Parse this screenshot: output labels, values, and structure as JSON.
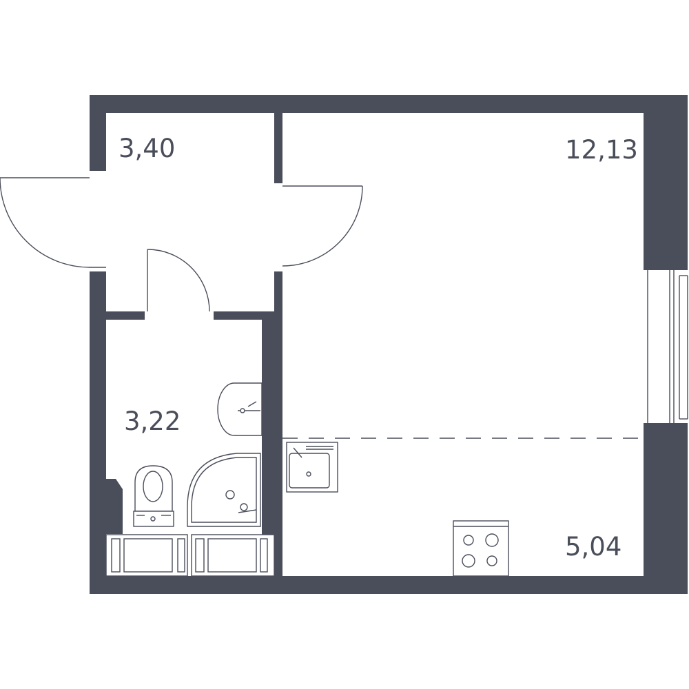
{
  "colors": {
    "wall": "#4a4d5a",
    "background": "#ffffff"
  },
  "rooms": {
    "hallway": {
      "area": "3,40"
    },
    "living_room": {
      "area": "12,13"
    },
    "bathroom": {
      "area": "3,22"
    },
    "kitchen": {
      "area": "5,04"
    }
  }
}
